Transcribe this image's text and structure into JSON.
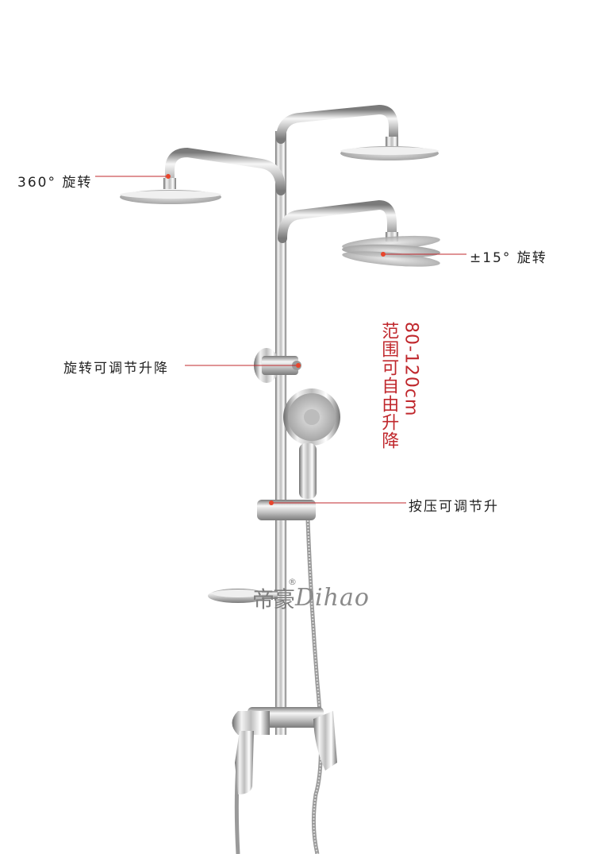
{
  "callouts": {
    "rotate_360": "360° 旋转",
    "tilt_15": "±15° 旋转",
    "rotate_adjust_height": "旋转可调节升降",
    "press_adjust_height": "按压可调节升"
  },
  "range_note": {
    "range": "80-120cm",
    "free_lift": "范围可自由升降"
  },
  "watermark": {
    "brand_cn": "帝豪",
    "registered": "®",
    "brand_en": "Dihao"
  },
  "colors": {
    "callout_line": "#c0282d",
    "callout_dot": "#e8452c",
    "range_text": "#c0282d",
    "chrome_light": "#f4f4f4",
    "chrome_mid": "#bdbdbd",
    "chrome_dark": "#6e6e6e"
  }
}
